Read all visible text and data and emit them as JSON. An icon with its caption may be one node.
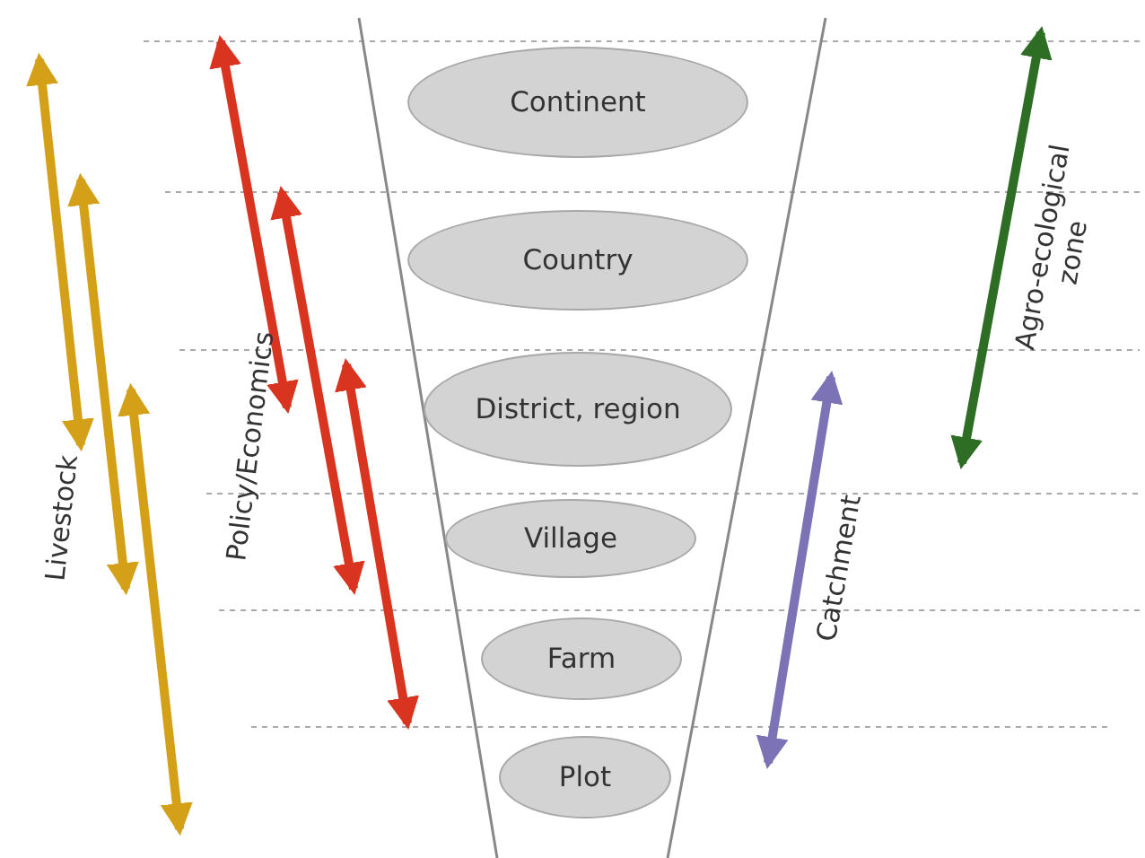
{
  "diagram": {
    "nodes": [
      {
        "text": [
          "Continent"
        ]
      },
      {
        "text": [
          "Country"
        ]
      },
      {
        "text": [
          "District, region"
        ]
      },
      {
        "text": [
          "Village"
        ]
      },
      {
        "text": [
          "Farm"
        ]
      },
      {
        "text": [
          "Plot"
        ]
      }
    ],
    "labels": [
      "Livestock",
      "Policy/Economics",
      "Catchment",
      "Agro-ecological zone"
    ]
  }
}
